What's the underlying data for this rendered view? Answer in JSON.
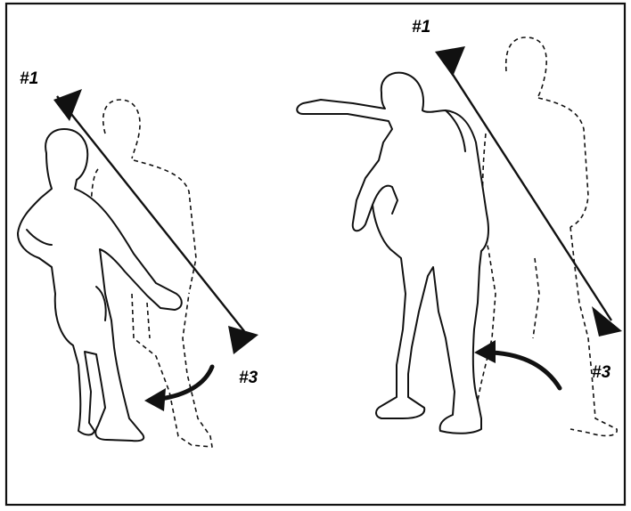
{
  "figure": {
    "left_panel": {
      "label_top": "#1",
      "label_bottom": "#3"
    },
    "right_panel": {
      "label_top": "#1",
      "label_bottom": "#3"
    }
  },
  "colors": {
    "ink": "#111111",
    "paper": "#ffffff"
  }
}
